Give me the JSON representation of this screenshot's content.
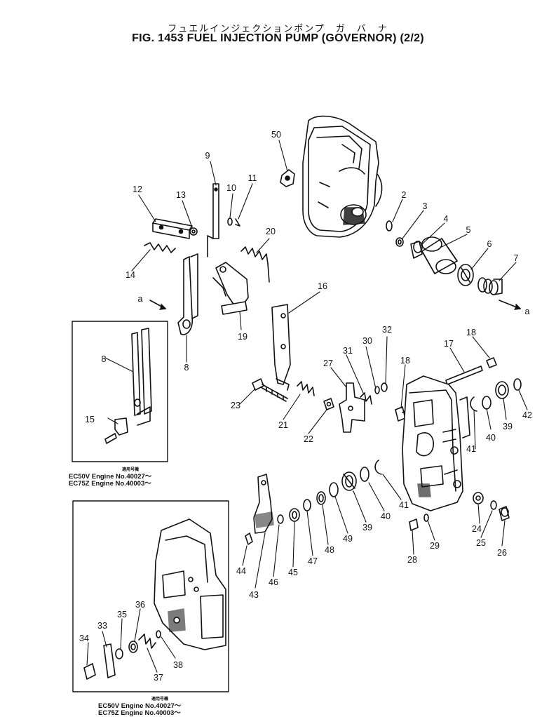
{
  "title": {
    "japanese": "フュエルインジェクションポンプ　ガ　バ　ナ",
    "english": "FIG. 1453  FUEL INJECTION PUMP (GOVERNOR) (2/2)"
  },
  "view_marker": "a",
  "callouts": [
    "2",
    "3",
    "4",
    "5",
    "6",
    "7",
    "8",
    "8",
    "9",
    "10",
    "11",
    "12",
    "13",
    "14",
    "15",
    "16",
    "17",
    "18",
    "18",
    "19",
    "20",
    "21",
    "22",
    "23",
    "24",
    "25",
    "26",
    "27",
    "28",
    "29",
    "30",
    "31",
    "32",
    "33",
    "34",
    "35",
    "36",
    "37",
    "38",
    "39",
    "39",
    "40",
    "40",
    "41",
    "41",
    "42",
    "43",
    "44",
    "45",
    "46",
    "47",
    "48",
    "49",
    "50"
  ],
  "inset_upper": {
    "header": "適用号機",
    "lines": [
      "EC50V  Engine No.40027～",
      "EC75Z  Engine No.40003～"
    ]
  },
  "inset_lower": {
    "header": "適用号機",
    "lines": [
      "EC50V  Engine No.40027～",
      "EC75Z  Engine No.40003～"
    ]
  }
}
